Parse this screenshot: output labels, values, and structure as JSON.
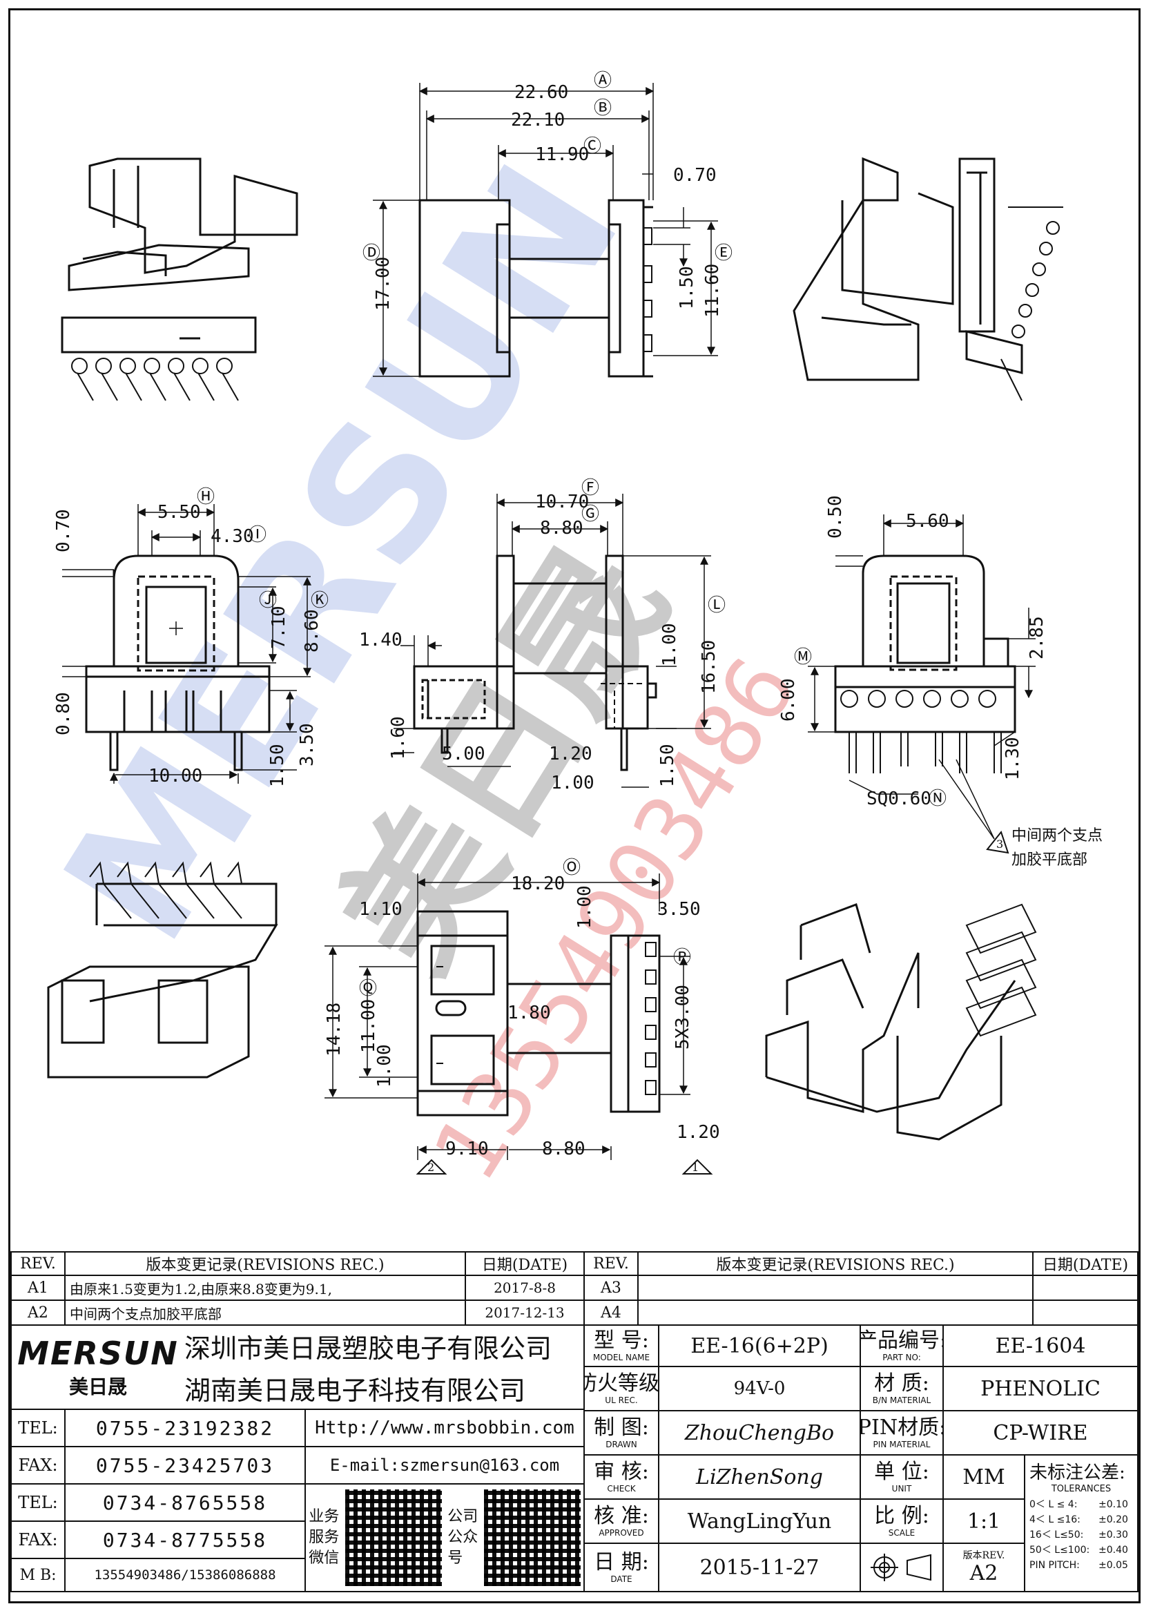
{
  "dimensions": {
    "top": {
      "a": "22.60",
      "b": "22.10",
      "c": "11.90",
      "d": "0.70",
      "e": "17.00",
      "f": "1.50",
      "g": "11.60"
    },
    "mid_left": {
      "a": "5.50",
      "b": "4.30",
      "c": "0.70",
      "d": "7.10",
      "e": "8.60",
      "f": "0.80",
      "g": "3.50",
      "h": "1.50",
      "i": "10.00"
    },
    "mid_center": {
      "a": "10.70",
      "b": "8.80",
      "c": "16.50",
      "d": "1.40",
      "e": "1.00",
      "f": "1.60",
      "g": "5.00",
      "h": "1.20",
      "i": "1.00",
      "j": "1.50"
    },
    "mid_right": {
      "a": "0.50",
      "b": "5.60",
      "c": "2.85",
      "d": "6.00",
      "e": "1.30",
      "f": "SQ0.60"
    },
    "bottom": {
      "a": "18.20",
      "b": "1.10",
      "c": "1.00",
      "d": "3.50",
      "e": "14.18",
      "f": "11.00",
      "g": "1.80",
      "h": "5X3.00",
      "i": "1.00",
      "j": "9.10",
      "k": "8.80",
      "l": "1.20"
    }
  },
  "markers": {
    "A": "Ⓐ",
    "B": "Ⓑ",
    "C": "Ⓒ",
    "D": "Ⓓ",
    "E": "Ⓔ",
    "F": "Ⓕ",
    "G": "Ⓖ",
    "H": "Ⓗ",
    "I": "Ⓘ",
    "J": "Ⓙ",
    "K": "Ⓚ",
    "L": "Ⓛ",
    "M": "Ⓜ",
    "N": "Ⓝ",
    "O": "Ⓞ",
    "P": "Ⓟ",
    "Q": "Ⓠ",
    "tri1": "1",
    "tri2": "2",
    "tri3": "3"
  },
  "note": {
    "line1": "中间两个支点",
    "line2": "加胶平底部"
  },
  "watermark": {
    "brand": "MERSUN",
    "cn": "美日晟",
    "phone": "13554903486"
  },
  "revisions_left": {
    "header": {
      "rev": "REV.",
      "desc": "版本变更记录(REVISIONS REC.)",
      "date": "日期(DATE)"
    },
    "rows": [
      {
        "rev": "A1",
        "desc": "由原来1.5变更为1.2,由原来8.8变更为9.1,",
        "date": "2017-8-8"
      },
      {
        "rev": "A2",
        "desc": "中间两个支点加胶平底部",
        "date": "2017-12-13"
      }
    ]
  },
  "revisions_right": {
    "header": {
      "rev": "REV.",
      "desc": "版本变更记录(REVISIONS REC.)",
      "date": "日期(DATE)"
    },
    "rows": [
      {
        "rev": "A3",
        "desc": "",
        "date": ""
      },
      {
        "rev": "A4",
        "desc": "",
        "date": ""
      }
    ]
  },
  "company": {
    "logo": "MERSUN",
    "logo_cn": "美日晟",
    "name1": "深圳市美日晟塑胶电子有限公司",
    "name2": "湖南美日晟电子科技有限公司"
  },
  "contacts": [
    {
      "label": "TEL:",
      "value": "0755-23192382"
    },
    {
      "label": "FAX:",
      "value": "0755-23425703"
    },
    {
      "label": "TEL:",
      "value": "0734-8765558"
    },
    {
      "label": "FAX:",
      "value": "0734-8775558"
    },
    {
      "label": "M B:",
      "value": "13554903486/15386086888"
    }
  ],
  "web": {
    "http": "Http://www.mrsbobbin.com",
    "email": "E-mail:szmersun@163.com"
  },
  "qr_labels": {
    "wechat": [
      "业务",
      "服务",
      "微信"
    ],
    "official": [
      "公司",
      "公众",
      "号"
    ]
  },
  "spec": {
    "model": {
      "cn": "型 号:",
      "en": "MODEL NAME",
      "value": "EE-16(6+2P)"
    },
    "part": {
      "cn": "产品编号:",
      "en": "PART NO:",
      "value": "EE-1604"
    },
    "fire": {
      "cn": "防火等级:",
      "en": "UL REC.",
      "value": "94V-0"
    },
    "material": {
      "cn": "材 质:",
      "en": "B/N MATERIAL",
      "value": "PHENOLIC"
    },
    "drawn": {
      "cn": "制 图:",
      "en": "DRAWN",
      "value": "ZhouChengBo"
    },
    "pin_material": {
      "cn": "PIN材质:",
      "en": "PIN MATERIAL",
      "value": "CP-WIRE"
    },
    "check": {
      "cn": "审 核:",
      "en": "CHECK",
      "value": "LiZhenSong"
    },
    "unit": {
      "cn": "单 位:",
      "en": "UNIT",
      "value": "MM"
    },
    "approved": {
      "cn": "核 准:",
      "en": "APPROVED",
      "value": "WangLingYun"
    },
    "scale": {
      "cn": "比 例:",
      "en": "SCALE",
      "value": "1:1"
    },
    "date": {
      "cn": "日 期:",
      "en": "DATE",
      "value": "2015-11-27"
    },
    "version": {
      "cn": "版本REV.",
      "value": "A2"
    }
  },
  "tolerances": {
    "title": "未标注公差:",
    "en": "TOLERANCES",
    "rows": [
      {
        "range": "0＜ L ≤ 4:",
        "tol": "±0.10"
      },
      {
        "range": "4＜ L ≤16:",
        "tol": "±0.20"
      },
      {
        "range": "16＜ L≤50:",
        "tol": "±0.30"
      },
      {
        "range": "50＜ L≤100:",
        "tol": "±0.40"
      },
      {
        "range": "PIN PITCH:",
        "tol": "±0.05"
      }
    ]
  }
}
